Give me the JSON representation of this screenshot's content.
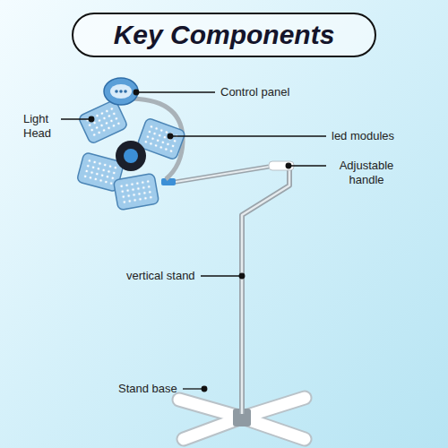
{
  "diagram": {
    "title": "Key Components",
    "labels": [
      "Control panel",
      "Light Head",
      "led modules",
      "Adjustable handle",
      "vertical stand",
      "Stand base"
    ]
  }
}
